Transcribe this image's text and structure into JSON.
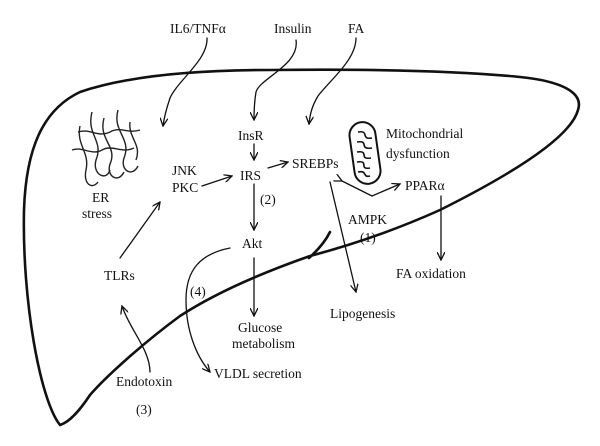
{
  "labels": {
    "il6": "IL6/TNFα",
    "insulin": "Insulin",
    "fa": "FA",
    "insr": "InsR",
    "irs": "IRS",
    "srebps": "SREBPs",
    "jnk": "JNK",
    "pkc": "PKC",
    "er": "ER",
    "stress": "stress",
    "mito1": "Mitochondrial",
    "mito2": "dysfunction",
    "ppara": "PPARα",
    "ampk": "AMPK",
    "n1": "(1)",
    "n2": "(2)",
    "n3": "(3)",
    "n4": "(4)",
    "akt": "Akt",
    "tlrs": "TLRs",
    "fa_oxidation": "FA oxidation",
    "lipogenesis": "Lipogenesis",
    "glucose1": "Glucose",
    "glucose2": "metabolism",
    "endotoxin": "Endotoxin",
    "vldl": "VLDL secretion"
  }
}
